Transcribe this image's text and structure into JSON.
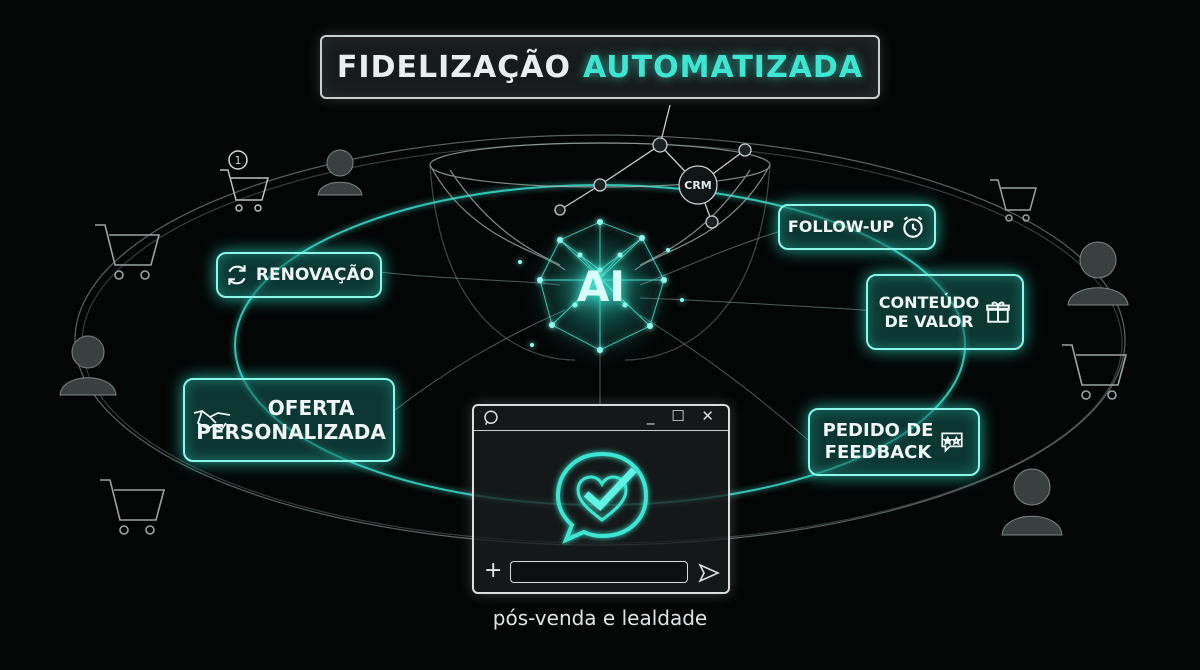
{
  "title": {
    "part1": "FIDELIZAÇÃO",
    "part2": "AUTOMATIZADA"
  },
  "center": {
    "ai_label": "AI",
    "crm_label": "CRM"
  },
  "nodes": {
    "renovacao": "RENOVAÇÃO",
    "oferta_line1": "OFERTA",
    "oferta_line2": "PERSONALIZADA",
    "follow_up": "FOLLOW-UP",
    "conteudo_line1": "CONTEÚDO",
    "conteudo_line2": "DE VALOR",
    "pedido_line1": "PEDIDO DE",
    "pedido_line2": "FEEDBACK"
  },
  "window": {
    "controls": "_ ☐ ✕",
    "plus": "+"
  },
  "caption": "pós-venda e lealdade",
  "cart_badge": "1",
  "colors": {
    "accent": "#3ee6d2",
    "accent_glow": "#2ee6d2",
    "background": "#040606",
    "sketch": "#c9d0d0"
  },
  "icons": [
    "refresh-icon",
    "handshake-icon",
    "alarm-clock-icon",
    "gift-icon",
    "rating-chat-icon",
    "whatsapp-icon",
    "check-heart-icon",
    "send-icon",
    "shopping-cart-icon",
    "person-icon",
    "network-node-icon"
  ]
}
